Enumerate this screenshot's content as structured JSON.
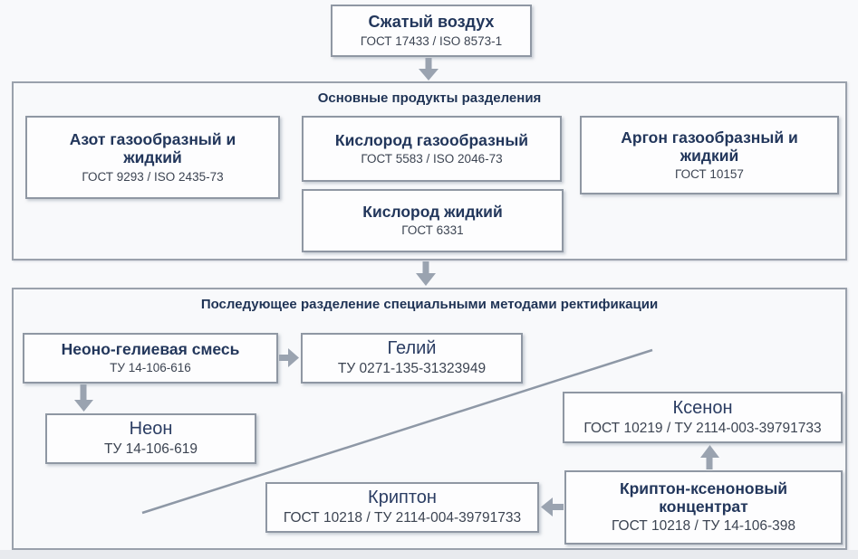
{
  "colors": {
    "background": "#f8f9fb",
    "node_border": "#8f97a3",
    "section_border": "#9aa1ac",
    "title_navy": "#22365b",
    "subtitle_grey": "#3c4452",
    "arrow_grey": "#9aa3b0",
    "diagonal_line_grey": "#8e98a6"
  },
  "root": {
    "title": "Сжатый воздух",
    "standard": "ГОСТ 17433 / ISO 8573-1"
  },
  "sections": [
    {
      "title": "Основные продукты разделения",
      "nodes": [
        {
          "title": "Азот газообразный и жидкий",
          "standard": "ГОСТ 9293 / ISO 2435-73"
        },
        {
          "title": "Кислород газообразный",
          "standard": "ГОСТ 5583 / ISO 2046-73"
        },
        {
          "title": "Аргон газообразный и жидкий",
          "standard": "ГОСТ 10157"
        },
        {
          "title": "Кислород жидкий",
          "standard": "ГОСТ 6331"
        }
      ]
    },
    {
      "title": "Последующее разделение специальными методами ректификации",
      "nodes": [
        {
          "title": "Неоно-гелиевая смесь",
          "standard": "ТУ 14-106-616"
        },
        {
          "title": "Гелий",
          "standard": "ТУ 0271-135-31323949"
        },
        {
          "title": "Неон",
          "standard": "ТУ 14-106-619"
        },
        {
          "title": "Ксенон",
          "standard": "ГОСТ 10219 / ТУ 2114-003-39791733"
        },
        {
          "title": "Криптон",
          "standard": "ГОСТ 10218 / ТУ 2114-004-39791733"
        },
        {
          "title": "Криптон-ксеноновый концентрат",
          "standard": "ГОСТ 10218 / ТУ 14-106-398"
        }
      ]
    }
  ]
}
